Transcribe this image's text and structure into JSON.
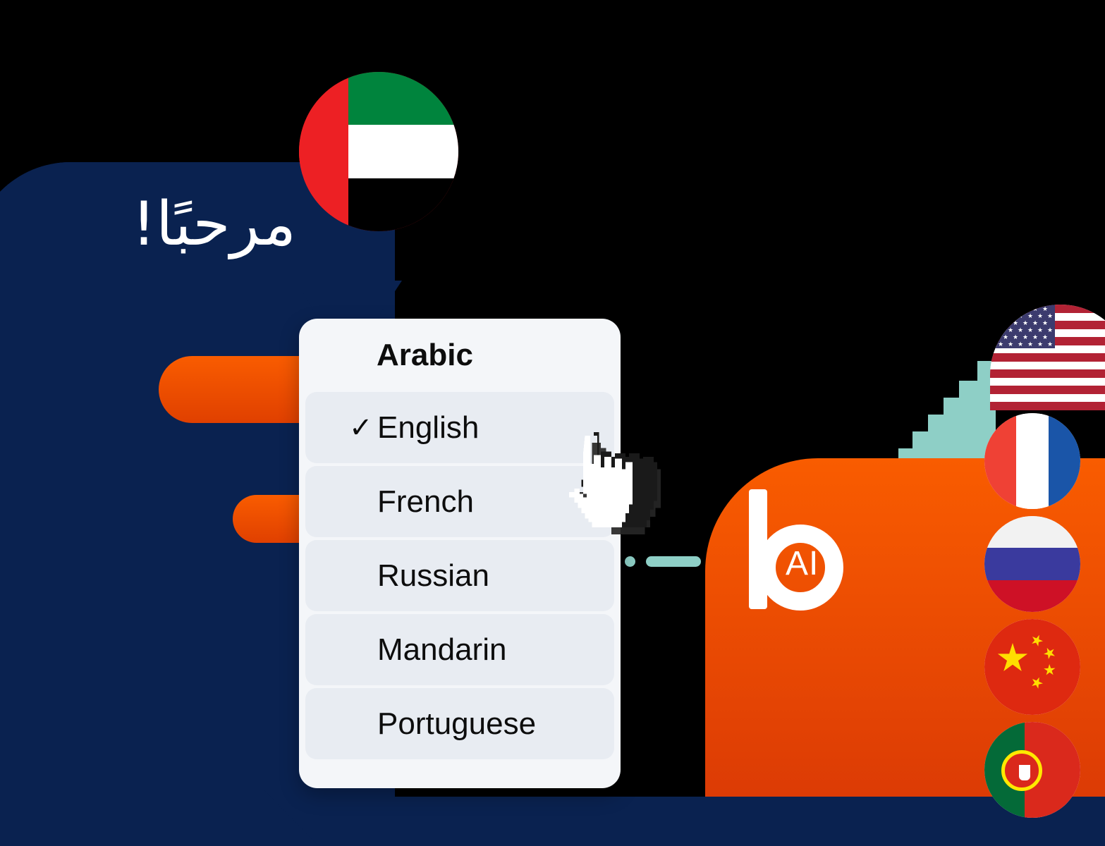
{
  "greeting_bubble": {
    "text": "مرحبًا!",
    "bg_color": "#0A2250",
    "text_color": "#FFFFFF",
    "flag_icon": "uae-flag-icon"
  },
  "language_dropdown": {
    "header_label": "Arabic",
    "items": [
      {
        "label": "English",
        "selected": true,
        "check_glyph": "✓"
      },
      {
        "label": "French",
        "selected": false,
        "check_glyph": ""
      },
      {
        "label": "Russian",
        "selected": false,
        "check_glyph": ""
      },
      {
        "label": "Mandarin",
        "selected": false,
        "check_glyph": ""
      },
      {
        "label": "Portuguese",
        "selected": false,
        "check_glyph": ""
      }
    ],
    "panel_color": "#F4F6F9",
    "item_color": "#E8ECF2"
  },
  "brand": {
    "logo_letter": "b",
    "logo_suffix": "AI",
    "accent_color": "#F95C00",
    "accent_color_dark": "#DC3B05"
  },
  "flags": {
    "primary": {
      "name": "uae-flag-icon",
      "colors": [
        "#ED2024",
        "#00843D",
        "#FFFFFF",
        "#000000"
      ]
    },
    "list": [
      {
        "name": "usa-flag-icon",
        "colors": [
          "#B22234",
          "#FFFFFF",
          "#3C3B6E"
        ]
      },
      {
        "name": "france-flag-icon",
        "colors": [
          "#EF4135",
          "#FFFFFF",
          "#1A55A8"
        ]
      },
      {
        "name": "russia-flag-icon",
        "colors": [
          "#F2F2F2",
          "#3A3A9E",
          "#CE1126"
        ]
      },
      {
        "name": "china-flag-icon",
        "colors": [
          "#DE2910",
          "#FFDE00"
        ]
      },
      {
        "name": "portugal-flag-icon",
        "colors": [
          "#046A38",
          "#DA291C",
          "#FFE900"
        ]
      }
    ]
  },
  "decor": {
    "map_color": "#8ECFC6",
    "bar_count": 2,
    "cursor_icon": "pointing-hand-cursor-icon"
  }
}
